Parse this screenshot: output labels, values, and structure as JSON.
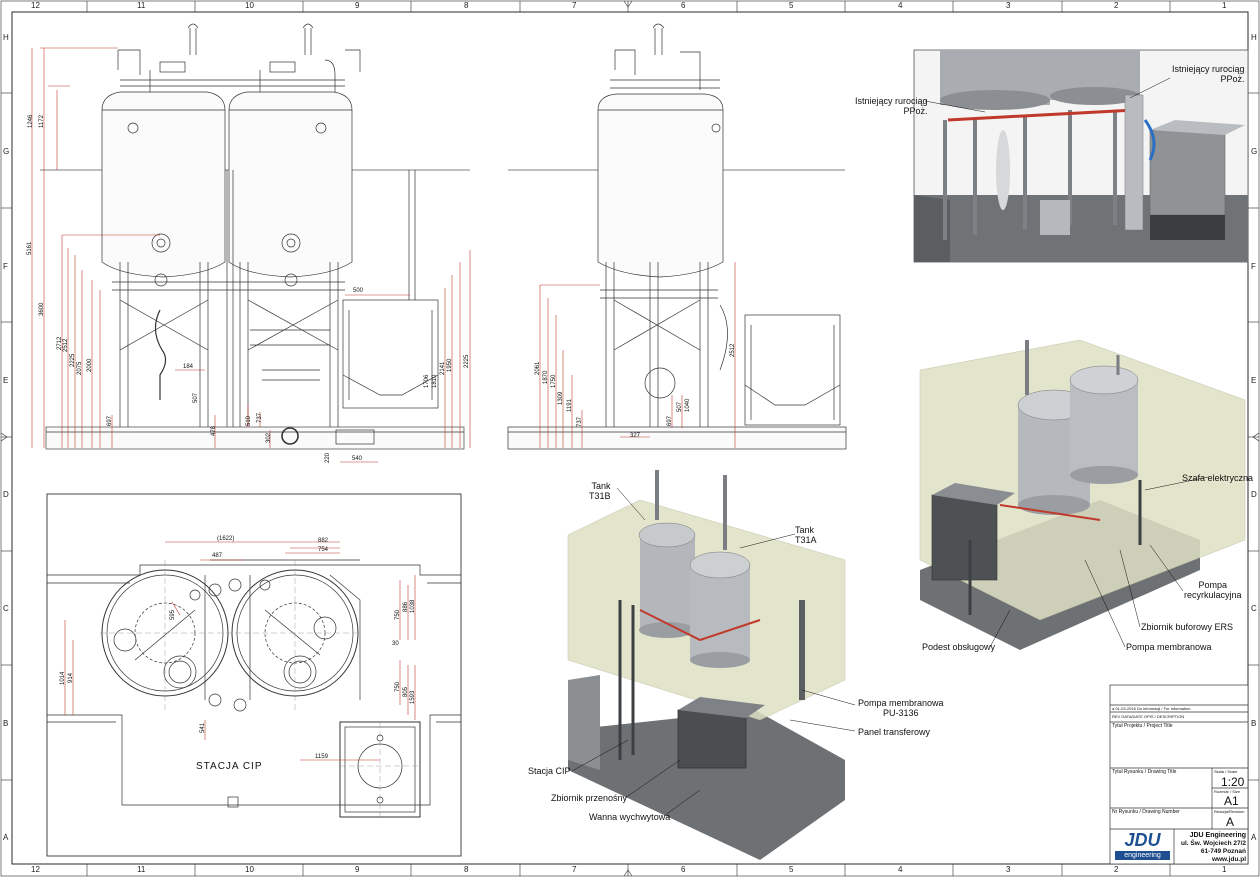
{
  "grid": {
    "columns": [
      "12",
      "11",
      "10",
      "9",
      "8",
      "7",
      "6",
      "5",
      "4",
      "3",
      "2",
      "1"
    ],
    "rows": [
      "H",
      "G",
      "F",
      "E",
      "D",
      "C",
      "B",
      "A"
    ]
  },
  "front_view": {
    "dimensions_vertical": [
      "5161",
      "3600",
      "1246",
      "1172",
      "2712",
      "2512",
      "2225",
      "2075",
      "2000",
      "697",
      "2141",
      "2225",
      "1950",
      "1810",
      "1706",
      "510",
      "737",
      "478",
      "302",
      "220"
    ],
    "dimensions_horizontal": [
      "500",
      "184",
      "540"
    ],
    "extra": [
      "507"
    ]
  },
  "side_view": {
    "dimensions_vertical": [
      "2061",
      "1870",
      "1750",
      "1309",
      "1191",
      "737",
      "2512",
      "697",
      "507",
      "1040"
    ],
    "dimensions_horizontal": [
      "327"
    ]
  },
  "plan_view": {
    "dimensions": [
      "(1622)",
      "882",
      "487",
      "754",
      "595",
      "750",
      "886",
      "1038",
      "1014",
      "914",
      "30",
      "750",
      "805",
      "1593",
      "541",
      "1159"
    ],
    "stacja_label": "STACJA CIP"
  },
  "iso_top_right": {
    "labels": [
      "Istniejący rurociąg\nPPoż.",
      "Istniejący rurociąg\nPPoż."
    ]
  },
  "iso_center": {
    "labels": [
      "Tank\nT31B",
      "Tank\nT31A",
      "Pompa membranowa\nPU-3136",
      "Panel transferowy",
      "Stacja CIP",
      "Zbiornik przenośny",
      "Wanna wychwytowa"
    ]
  },
  "iso_right": {
    "labels": [
      "Szafa elektryczna",
      "Pompa\nrecyrkulacyjna",
      "Zbiornik buforowy ERS",
      "Pompa membranowa",
      "Podest obsługowy"
    ]
  },
  "title_block": {
    "rev_row": "a  01-03-2016  Do informacji / For information",
    "rev_header": "REV  DATA/DATE  OPIS / DESCRIPTION",
    "project_title": "Tytuł Projektu / Project Title",
    "drawing_title": "Tytuł Rysunku / Drawing Title",
    "scale_label": "Skala / Scale",
    "scale": "1:20",
    "size_label": "Rozmiar / Size",
    "size": "A1",
    "drawing_number_label": "Nr Rysunku / Drawing Number",
    "revision_label": "Rewizja/Revision",
    "revision": "A",
    "company_name": "JDU Engineering",
    "company_street": "ul. Św. Wojciech 27/2",
    "company_city": "61-749 Poznań",
    "company_web": "www.jdu.pl",
    "logo_text": "JDU",
    "logo_sub": "engineering"
  },
  "colors": {
    "line": "#2a2a2a",
    "dimension": "#c0392b",
    "steel": "#9ea3a8",
    "platform": "#5f6366",
    "enclosure": "#d7d8b8",
    "logo_blue": "#1d4f91"
  }
}
